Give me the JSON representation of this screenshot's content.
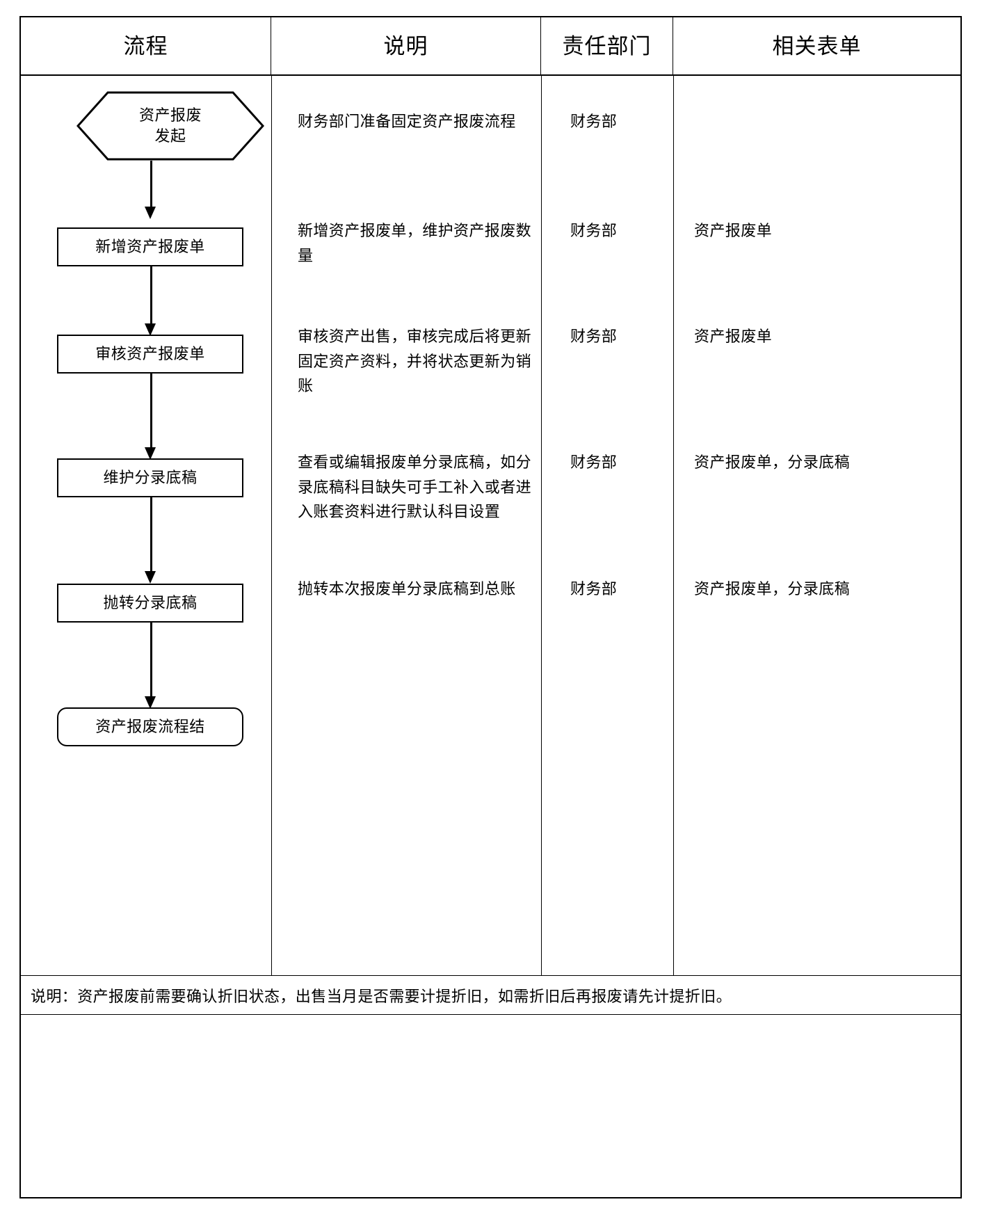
{
  "table": {
    "headers": [
      {
        "label": "流程"
      },
      {
        "label": "说明"
      },
      {
        "label": "责任部门"
      },
      {
        "label": "相关表单"
      }
    ],
    "rows": [
      {
        "node_label": "资产报废\n发起",
        "node_line1": "资产报废",
        "node_line2": "发起",
        "node_shape": "hexagon",
        "description": "财务部门准备固定资产报废流程",
        "department": "财务部",
        "form": ""
      },
      {
        "node_label": "新增资产报废单",
        "node_shape": "rect",
        "description": "新增资产报废单，维护资产报废数量",
        "department": "财务部",
        "form": "资产报废单"
      },
      {
        "node_label": "审核资产报废单",
        "node_shape": "rect",
        "description": "审核资产出售，审核完成后将更新固定资产资料，并将状态更新为销账",
        "department": "财务部",
        "form": "资产报废单"
      },
      {
        "node_label": "维护分录底稿",
        "node_shape": "rect",
        "description": "查看或编辑报废单分录底稿，如分录底稿科目缺失可手工补入或者进入账套资料进行默认科目设置",
        "department": "财务部",
        "form": "资产报废单，分录底稿"
      },
      {
        "node_label": "抛转分录底稿",
        "node_shape": "rect",
        "description": "抛转本次报废单分录底稿到总账",
        "department": "财务部",
        "form": "资产报废单，分录底稿"
      },
      {
        "node_label": "资产报废流程结",
        "node_shape": "rounded-rect",
        "description": "",
        "department": "",
        "form": ""
      }
    ],
    "note": "说明：资产报废前需要确认折旧状态，出售当月是否需要计提折旧，如需折旧后再报废请先计提折旧。"
  },
  "colors": {
    "border": "#000000",
    "text": "#000000",
    "background": "#ffffff"
  }
}
